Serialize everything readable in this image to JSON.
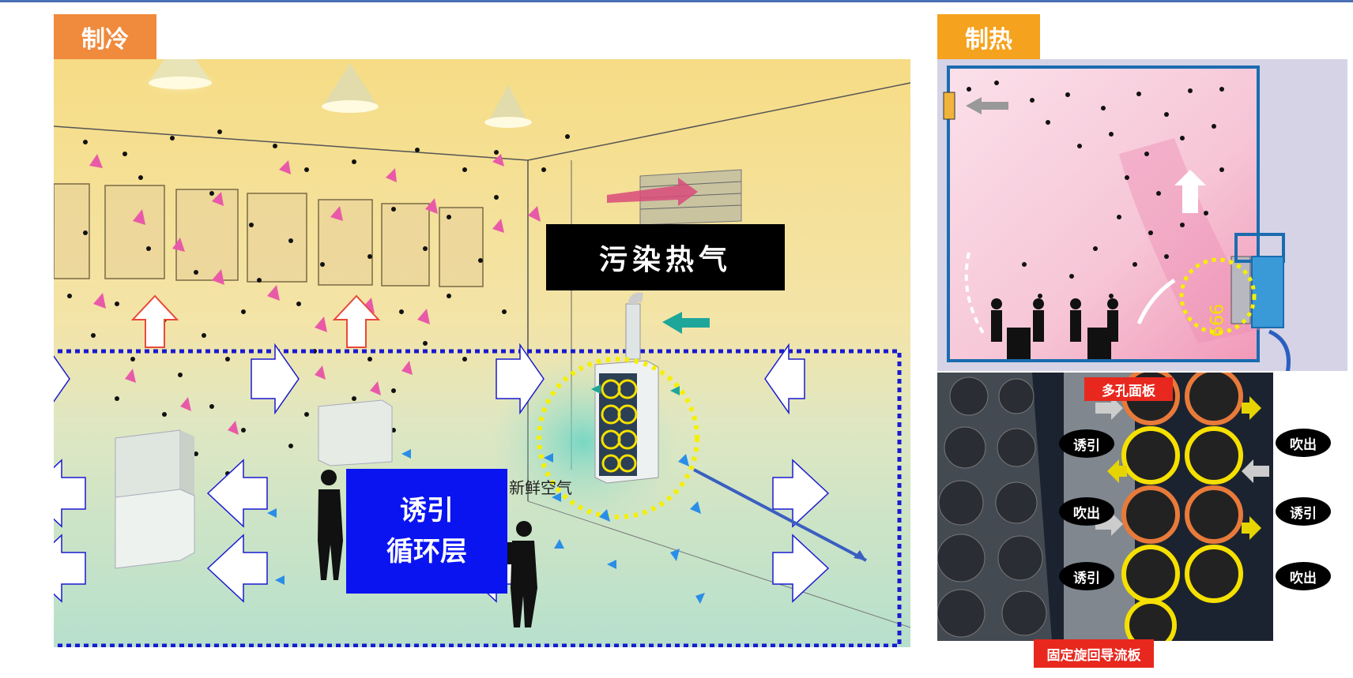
{
  "sections": {
    "cooling_title": "制冷",
    "heating_title": "制热"
  },
  "labels": {
    "polluted_hot_air": "污染热气",
    "induction_line1": "诱引",
    "induction_line2": "循环层",
    "fresh_air_partial": "新鲜空气",
    "multi_hole_panel": "多孔面板",
    "fixed_swirl_vane": "固定旋回导流板"
  },
  "panel_bubbles": {
    "induce_1": "诱引",
    "blow_1": "吹出",
    "blow_2": "吹出",
    "induce_2": "诱引",
    "induce_3": "诱引",
    "blow_3": "吹出"
  },
  "colors": {
    "cooling_tab": "#f08a3c",
    "heating_tab": "#f5a21e",
    "induction_box": "#0a14f0",
    "pollution_box": "#000000",
    "dashed_border": "#1a1ad0",
    "yellow_highlight": "#f5f000",
    "pink_arrow": "#e85aa8",
    "blue_arrow": "#2a8ee8",
    "teal_arrow": "#1fa69a"
  }
}
